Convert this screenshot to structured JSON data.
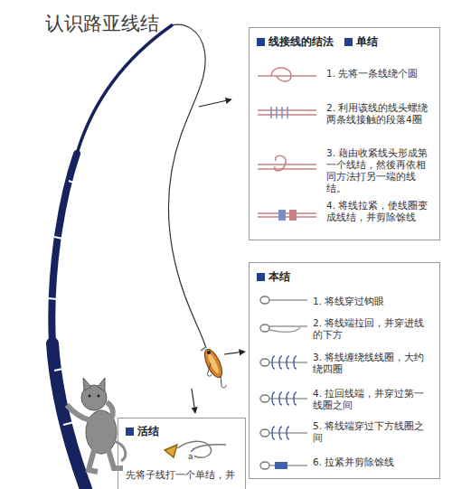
{
  "diagram": {
    "title": "认识路亚线结",
    "nodes": [
      {
        "text": [
          "线接线的结法",
          "单结",
          "1. 先将一条线绕个圆",
          "2. 利用该线的线头螺绕两条线接触的段落4圈",
          "3. 藉由收紧线头形成第一个线结，然後再依相同方法打另一端的线结。",
          "4. 将线拉紧，使线圈变成线结，并剪除馀线"
        ]
      },
      {
        "text": [
          "本结",
          "1. 将线穿过钩眼",
          "2. 将线端拉回，并穿进线的下方",
          "3. 将线缠绕线线圈，大约绕四圈",
          "4. 拉回线端，并穿过第一线圈之间",
          "5. 将线端穿过下方线圈之间",
          "6. 拉紧并剪除馀线"
        ]
      },
      {
        "text": [
          "活结",
          "先将子线打一个单结，并"
        ]
      }
    ],
    "labels": [
      "a"
    ]
  }
}
